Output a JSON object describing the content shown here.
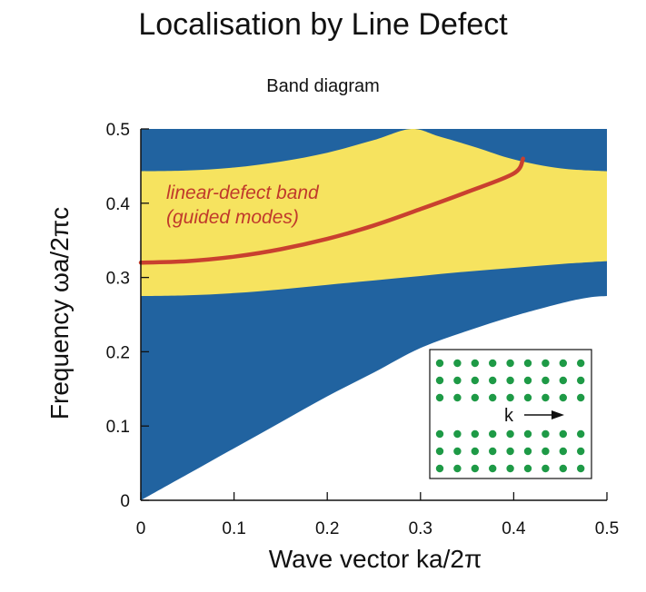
{
  "title": "Localisation by Line Defect",
  "subtitle": "Band diagram",
  "chart_data": {
    "type": "area",
    "xlabel": "Wave vector  ka/2π",
    "ylabel": "Frequency  ωa/2πc",
    "xlim": [
      0,
      0.5
    ],
    "ylim": [
      0,
      0.5
    ],
    "xticks": [
      "0",
      "0.1",
      "0.2",
      "0.3",
      "0.4",
      "0.5"
    ],
    "yticks": [
      "0",
      "0.1",
      "0.2",
      "0.3",
      "0.4",
      "0.5"
    ],
    "grid": false,
    "colors": {
      "bulk_bands": "#2163a0",
      "band_gap": "#f6e35f",
      "defect_band": "#c9402f",
      "dots": "#1e9a46"
    },
    "series": [
      {
        "role": "bulk-band-upper-edge",
        "x": [
          0,
          0.05,
          0.1,
          0.15,
          0.2,
          0.25,
          0.29,
          0.32,
          0.36,
          0.4,
          0.45,
          0.5
        ],
        "values": [
          0.443,
          0.444,
          0.448,
          0.456,
          0.468,
          0.485,
          0.5,
          0.49,
          0.475,
          0.459,
          0.447,
          0.443
        ]
      },
      {
        "role": "bulk-band-lower-edge",
        "x": [
          0,
          0.05,
          0.1,
          0.15,
          0.2,
          0.25,
          0.3,
          0.35,
          0.4,
          0.45,
          0.5
        ],
        "values": [
          0.275,
          0.276,
          0.279,
          0.284,
          0.29,
          0.296,
          0.302,
          0.308,
          0.313,
          0.318,
          0.322
        ]
      },
      {
        "role": "light-line",
        "x": [
          0,
          0.05,
          0.1,
          0.15,
          0.2,
          0.25,
          0.3,
          0.35,
          0.4,
          0.45,
          0.48,
          0.5
        ],
        "values": [
          0.0,
          0.035,
          0.07,
          0.105,
          0.14,
          0.172,
          0.205,
          0.228,
          0.248,
          0.265,
          0.273,
          0.275
        ]
      },
      {
        "name": "linear-defect band (guided modes)",
        "x": [
          0,
          0.05,
          0.1,
          0.15,
          0.2,
          0.25,
          0.3,
          0.35,
          0.4,
          0.41
        ],
        "values": [
          0.32,
          0.322,
          0.328,
          0.338,
          0.352,
          0.37,
          0.392,
          0.415,
          0.44,
          0.46
        ]
      }
    ],
    "annotation": [
      "linear-defect band",
      "(guided modes)"
    ],
    "inset": {
      "label": "k",
      "rows_above_defect": 3,
      "rows_below_defect": 3,
      "columns": 9
    }
  }
}
